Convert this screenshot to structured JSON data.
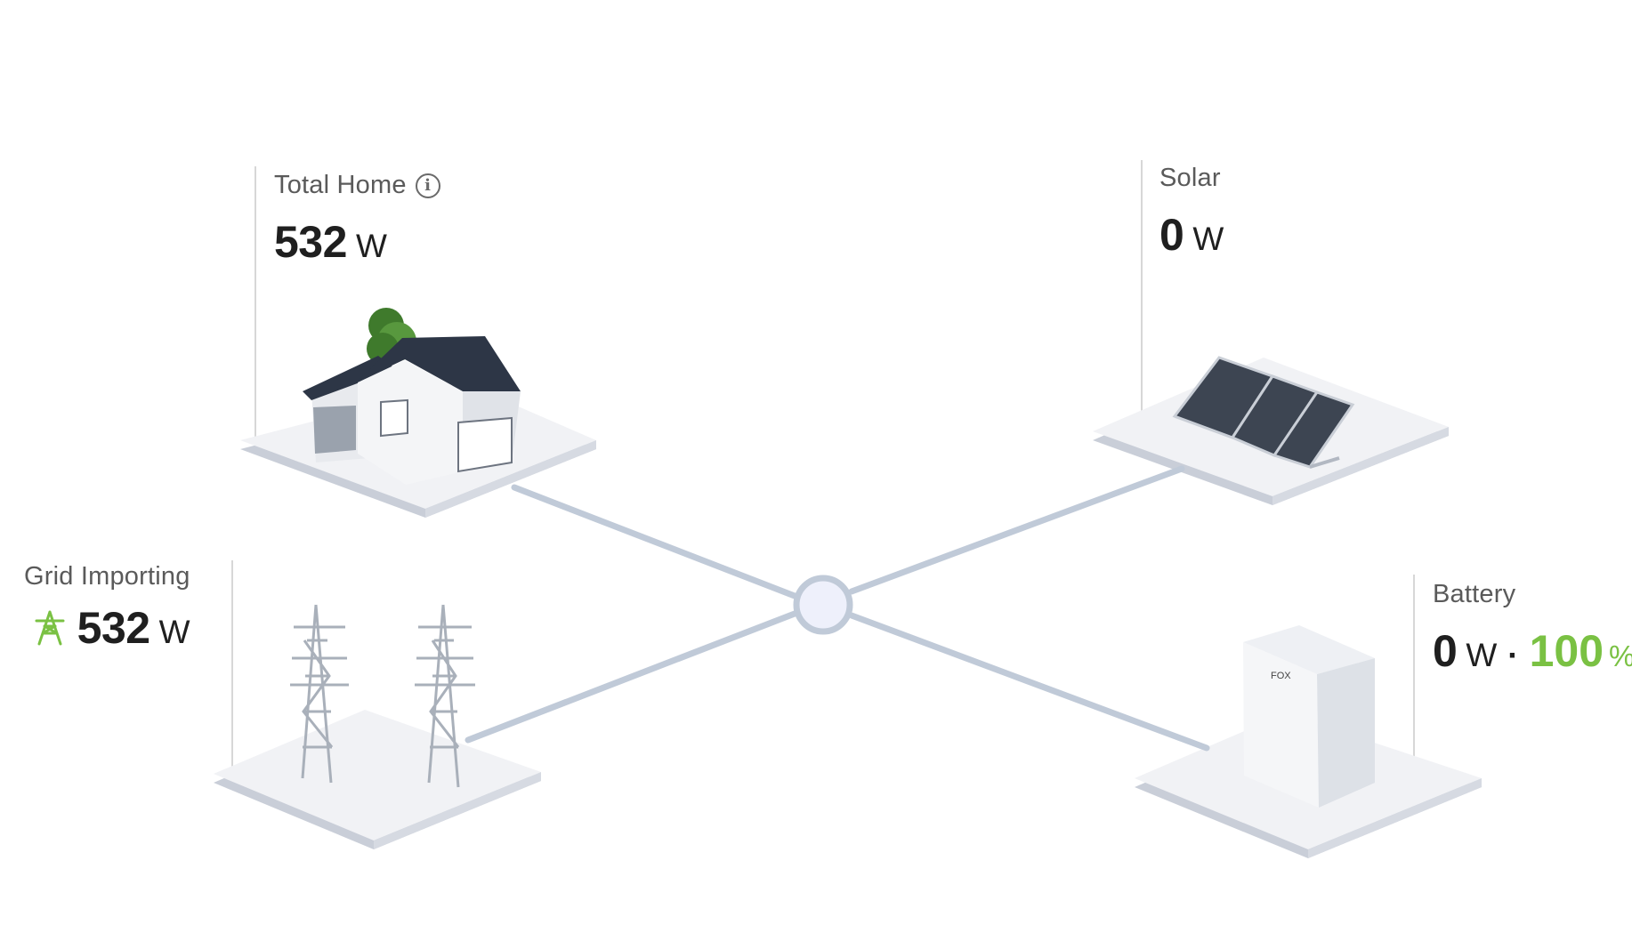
{
  "colors": {
    "accent_green": "#7ac143",
    "line": "#c0cad8",
    "hub_fill": "#eef0fb",
    "hub_stroke": "#c0cad8"
  },
  "home": {
    "title": "Total Home",
    "icon": "info-icon",
    "value": "532",
    "unit": "W"
  },
  "solar": {
    "title": "Solar",
    "value": "0",
    "unit": "W"
  },
  "grid": {
    "title": "Grid Importing",
    "icon": "grid-import-icon",
    "value": "532",
    "unit": "W"
  },
  "battery": {
    "title": "Battery",
    "value": "0",
    "unit": "W",
    "separator": "·",
    "charge": "100",
    "charge_unit": "%"
  }
}
